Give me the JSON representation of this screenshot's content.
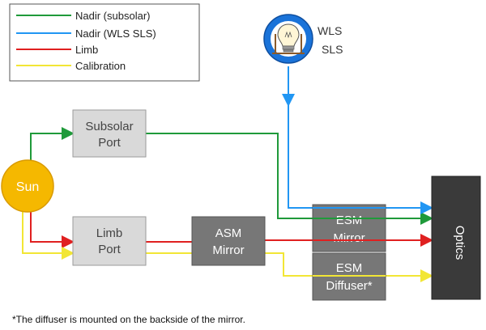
{
  "legend": {
    "items": [
      {
        "label": "Nadir (subsolar)",
        "color": "#1f9a3a"
      },
      {
        "label": "Nadir (WLS SLS)",
        "color": "#2196f3"
      },
      {
        "label": "Limb",
        "color": "#e02020"
      },
      {
        "label": "Calibration",
        "color": "#f2e635"
      }
    ]
  },
  "nodes": {
    "sun": "Sun",
    "subsolar_port": [
      "Subsolar",
      "Port"
    ],
    "limb_port": [
      "Limb",
      "Port"
    ],
    "asm_mirror": [
      "ASM",
      "Mirror"
    ],
    "esm_mirror": [
      "ESM",
      "Mirror"
    ],
    "esm_diffuser": [
      "ESM",
      "Diffuser*"
    ],
    "optics": "Optics",
    "wls": [
      "WLS",
      "SLS"
    ]
  },
  "colors": {
    "box_fill_light": "#d9d9d9",
    "box_fill_dark": "#777777",
    "optics_fill": "#3a3a3a",
    "sun_fill": "#f5b800",
    "wls_circle": "#1a73d9"
  },
  "footnote": "*The diffuser is mounted on the backside of the mirror."
}
